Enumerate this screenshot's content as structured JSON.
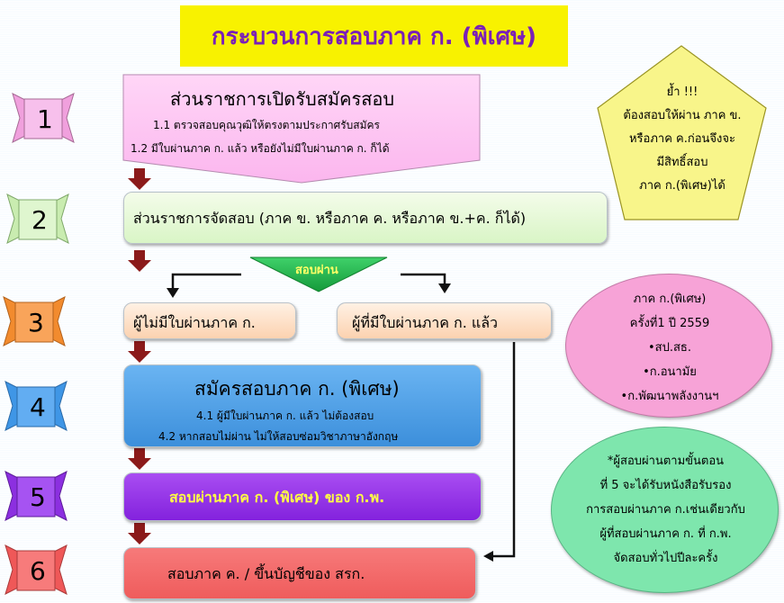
{
  "title": "กระบวนการสอบภาค ก. (พิเศษ)",
  "step_numbers": [
    "1",
    "2",
    "3",
    "4",
    "5",
    "6"
  ],
  "step1": {
    "heading": "ส่วนราชการเปิดรับสมัครสอบ",
    "item1": "1.1 ตรวจสอบคุณวุฒิให้ตรงตามประกาศรับสมัคร",
    "item2": "1.2 มีใบผ่านภาค ก. แล้ว หรือยังไม่มีใบผ่านภาค ก. ก็ได้"
  },
  "step2": {
    "text": "ส่วนราชการจัดสอบ (ภาค ข. หรือภาค ค. หรือภาค ข.+ค. ก็ได้)"
  },
  "pass_label": "สอบผ่าน",
  "step3": {
    "left": "ผู้ไม่มีใบผ่านภาค ก.",
    "right": "ผู้ที่มีใบผ่านภาค ก. แล้ว"
  },
  "step4": {
    "heading": "สมัครสอบภาค ก. (พิเศษ)",
    "item1": "4.1 ผู้มีใบผ่านภาค ก. แล้ว ไม่ต้องสอบ",
    "item2": "4.2 หากสอบไม่ผ่าน ไม่ให้สอบซ่อมวิชาภาษาอังกฤษ"
  },
  "step5": {
    "text": "สอบผ่านภาค ก. (พิเศษ) ของ ก.พ."
  },
  "step6": {
    "text": "สอบภาค ค.  / ขึ้นบัญชีของ สรก."
  },
  "note_pentagon": {
    "lines": [
      "ย้ำ !!!",
      "ต้องสอบให้ผ่าน ภาค ข.",
      "หรือภาค ค.ก่อนจึงจะ",
      "มีสิทธิ์สอบ",
      "ภาค ก.(พิเศษ)ได้"
    ]
  },
  "note_pink": {
    "lines": [
      "ภาค ก.(พิเศษ)",
      "ครั้งที่1 ปี 2559",
      "•สป.สธ.",
      "•ก.อนามัย",
      "•ก.พัฒนาพลังงานฯ"
    ]
  },
  "note_green": {
    "lines": [
      "*ผู้สอบผ่านตามขั้นตอน",
      "ที่ 5 จะได้รับหนังสือรับรอง",
      "การสอบผ่านภาค ก.เช่นเดียวกับ",
      "ผู้ที่สอบผ่านภาค ก. ที่ ก.พ.",
      "จัดสอบทั่วไปปีละครั้ง"
    ]
  },
  "colors": {
    "title_bg": "#f8f200",
    "title_text": "#7a1fb8",
    "step1": "#ffc8f5",
    "step2": "#dff7cf",
    "step3": "#fcd9bd",
    "step4": "#4ea1e6",
    "step5": "#9435e8",
    "step6": "#f26868",
    "arrow": "#8b1a1a",
    "pass": "#1fb84a",
    "ribbon": [
      "#f5b3e8",
      "#d8f2c4",
      "#f99a45",
      "#5aa8f0",
      "#a24ff0",
      "#f56a6a"
    ]
  }
}
